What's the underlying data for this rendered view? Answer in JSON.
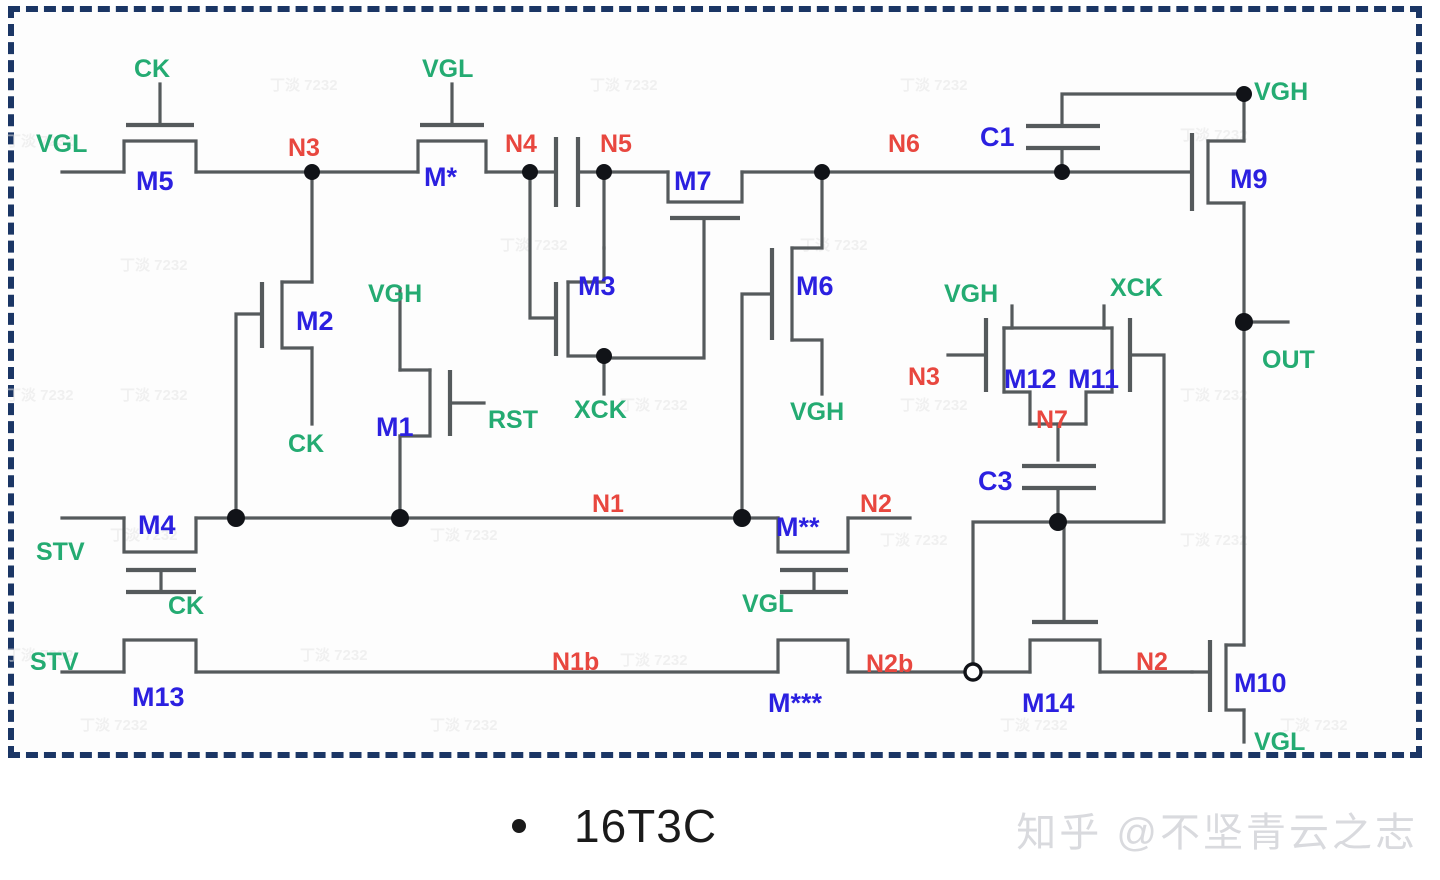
{
  "figure": {
    "title": "16T3C",
    "bullet": "•",
    "watermark": "知乎 @不坚青云之志",
    "border_color": "#1b3665",
    "wire_color": "#555a5c",
    "device_label_color": "#2b20e0",
    "node_label_color": "#e8473f",
    "signal_label_color": "#24ab72",
    "tile_watermark": "丁淡 7232"
  },
  "circuit": {
    "type": "gate-driver-schematic",
    "transistor_count": 16,
    "capacitor_count": 3,
    "devices": [
      {
        "id": "M5",
        "label": "M5",
        "gate": "CK",
        "type": "transistor"
      },
      {
        "id": "M2",
        "label": "M2",
        "gate": "N1",
        "type": "transistor"
      },
      {
        "id": "M1",
        "label": "M1",
        "gate": "RST",
        "type": "transistor"
      },
      {
        "id": "M4",
        "label": "M4",
        "gate": "CK",
        "type": "transistor"
      },
      {
        "id": "M13",
        "label": "M13",
        "gate": "CK",
        "type": "transistor"
      },
      {
        "id": "Ms1",
        "label": "M*",
        "gate": "VGL",
        "type": "transistor"
      },
      {
        "id": "M3",
        "label": "M3",
        "gate": "N4",
        "type": "transistor"
      },
      {
        "id": "M7",
        "label": "M7",
        "gate": "XCK",
        "type": "transistor"
      },
      {
        "id": "M6",
        "label": "M6",
        "gate": "N1",
        "type": "transistor"
      },
      {
        "id": "Ms2",
        "label": "M**",
        "gate": "VGL",
        "type": "transistor"
      },
      {
        "id": "Ms3",
        "label": "M***",
        "gate": "VGL",
        "type": "transistor"
      },
      {
        "id": "M9",
        "label": "M9",
        "gate": "N6",
        "type": "transistor"
      },
      {
        "id": "M12",
        "label": "M12",
        "gate": "N3",
        "type": "transistor"
      },
      {
        "id": "M11",
        "label": "M11",
        "gate": "N2b",
        "type": "transistor"
      },
      {
        "id": "M14",
        "label": "M14",
        "gate": "N7",
        "type": "transistor"
      },
      {
        "id": "M10",
        "label": "M10",
        "gate": "N2",
        "type": "transistor"
      },
      {
        "id": "C1",
        "label": "C1",
        "type": "capacitor"
      },
      {
        "id": "C3",
        "label": "C3",
        "type": "capacitor"
      }
    ],
    "nodes": [
      "N1",
      "N1b",
      "N2",
      "N2b",
      "N3",
      "N4",
      "N5",
      "N6",
      "N7"
    ],
    "signals": [
      "CK",
      "XCK",
      "VGH",
      "VGL",
      "STV",
      "RST",
      "OUT"
    ]
  },
  "labels": {
    "ck_top": "CK",
    "vgl_top": "VGL",
    "vgl_left": "VGL",
    "m5": "M5",
    "n3": "N3",
    "m_star1": "M*",
    "n4": "N4",
    "n5": "N5",
    "m7": "M7",
    "n6": "N6",
    "c1": "C1",
    "vgh_topright": "VGH",
    "m9": "M9",
    "m2": "M2",
    "vgh_m1": "VGH",
    "m3": "M3",
    "m6": "M6",
    "vgh_m12": "VGH",
    "xck_m11": "XCK",
    "n3_gate": "N3",
    "m12": "M12",
    "m11": "M11",
    "n7": "N7",
    "out": "OUT",
    "ck_m2": "CK",
    "m1": "M1",
    "rst": "RST",
    "xck_m3": "XCK",
    "vgh_m6": "VGH",
    "c3": "C3",
    "stv_top": "STV",
    "m4": "M4",
    "n1": "N1",
    "m_star2": "M**",
    "n2": "N2",
    "ck_cap": "CK",
    "vgl_cap": "VGL",
    "stv_bot": "STV",
    "m13": "M13",
    "n1b": "N1b",
    "m_star3": "M***",
    "n2b": "N2b",
    "m14": "M14",
    "n2_right": "N2",
    "m10": "M10",
    "vgl_bot": "VGL"
  }
}
